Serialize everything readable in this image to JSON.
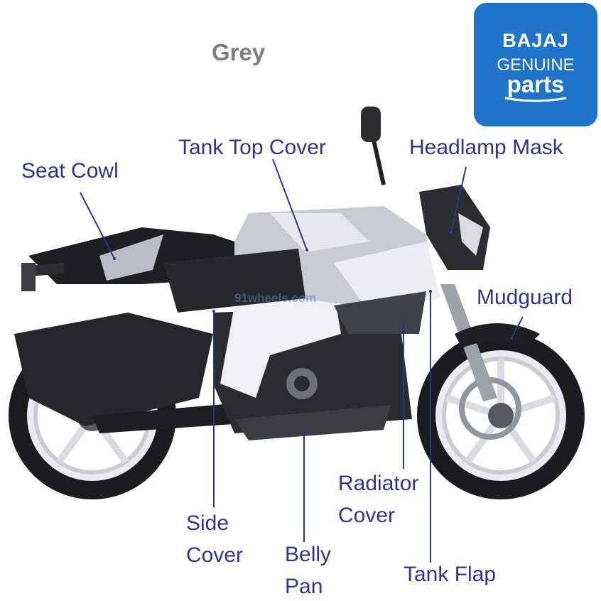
{
  "color_name": "Grey",
  "brand_logo": {
    "line1": "BAJAJ",
    "line2": "GENUINE",
    "line3": "parts",
    "color": "#1f73c9"
  },
  "watermark": "91wheels.com",
  "label_color": "#2d3590",
  "parts": {
    "seat_cowl": "Seat Cowl",
    "tank_top_cover": "Tank Top Cover",
    "headlamp_mask": "Headlamp Mask",
    "mudguard": "Mudguard",
    "side_cover": [
      "Side",
      "Cover"
    ],
    "belly_pan": [
      "Belly",
      "Pan"
    ],
    "radiator_cover": [
      "Radiator",
      "Cover"
    ],
    "tank_flap": "Tank Flap"
  }
}
